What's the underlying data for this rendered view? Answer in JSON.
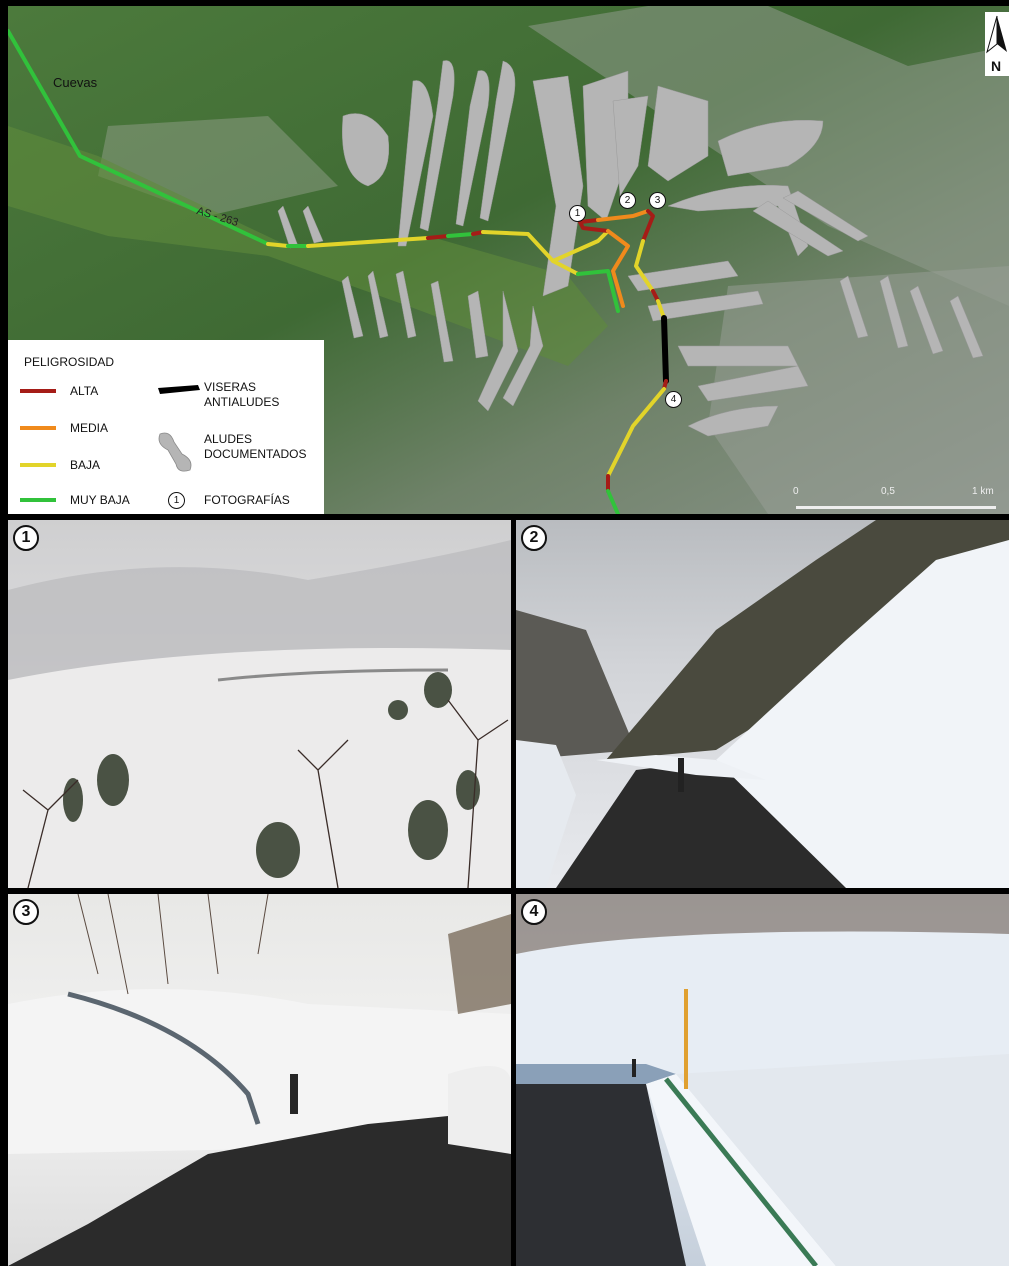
{
  "map": {
    "place": "Cuevas",
    "road": "AS - 263",
    "north": "N",
    "photo_points": [
      "1",
      "2",
      "3",
      "4"
    ],
    "legend": {
      "title": "PELIGROSIDAD",
      "alta": "ALTA",
      "media": "MEDIA",
      "baja": "BAJA",
      "muy_baja": "MUY BAJA",
      "viseras_1": "VISERAS",
      "viseras_2": "ANTIALUDES",
      "aludes_1": "ALUDES",
      "aludes_2": "DOCUMENTADOS",
      "fotos_num": "1",
      "fotos": "FOTOGRAFÍAS"
    },
    "colors": {
      "alta": "#a51c17",
      "media": "#f08a1c",
      "baja": "#e2d42a",
      "muy_baja": "#31c23b",
      "viseras": "#000000",
      "aludes": "#b5b5b5"
    },
    "scale": {
      "t0": "0",
      "t1": "0,5",
      "t2": "1 km"
    }
  },
  "photos": [
    "1",
    "2",
    "3",
    "4"
  ]
}
